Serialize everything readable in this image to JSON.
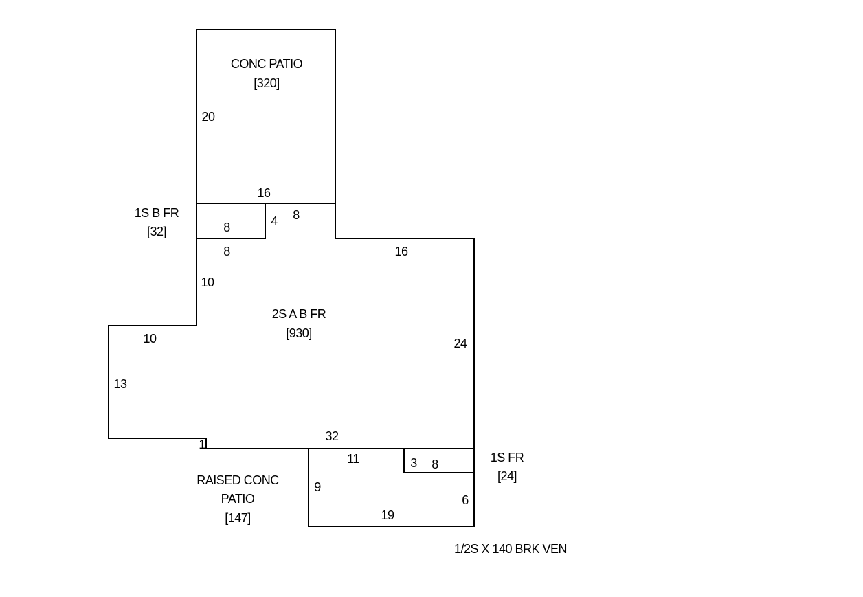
{
  "areas": {
    "conc_patio": {
      "label": "CONC PATIO",
      "size": "[320]"
    },
    "one_s_b_fr": {
      "label": "1S B FR",
      "size": "[32]"
    },
    "two_s_a_b_fr": {
      "label": "2S A B FR",
      "size": "[930]"
    },
    "one_s_fr": {
      "label": "1S FR",
      "size": "[24]"
    },
    "raised_conc_patio": {
      "label_line1": "RAISED CONC",
      "label_line2": "PATIO",
      "size": "[147]"
    }
  },
  "dimensions": {
    "patio_left": "20",
    "patio_bottom": "16",
    "bfr_bottom_inner": "8",
    "bfr_right": "4",
    "step_right": "8",
    "bfr_bottom_outer": "8",
    "main_top_right": "16",
    "main_left_upper": "10",
    "main_right": "24",
    "wing_top": "10",
    "wing_left": "13",
    "jog": "1",
    "main_bottom": "32",
    "raised_top": "11",
    "raised_left": "9",
    "raised_bottom": "19",
    "raised_right": "6",
    "fr_left": "3",
    "fr_top": "8"
  },
  "note": "1/2S X 140 BRK VEN",
  "colors": {
    "line": "#000000",
    "background": "#ffffff"
  }
}
